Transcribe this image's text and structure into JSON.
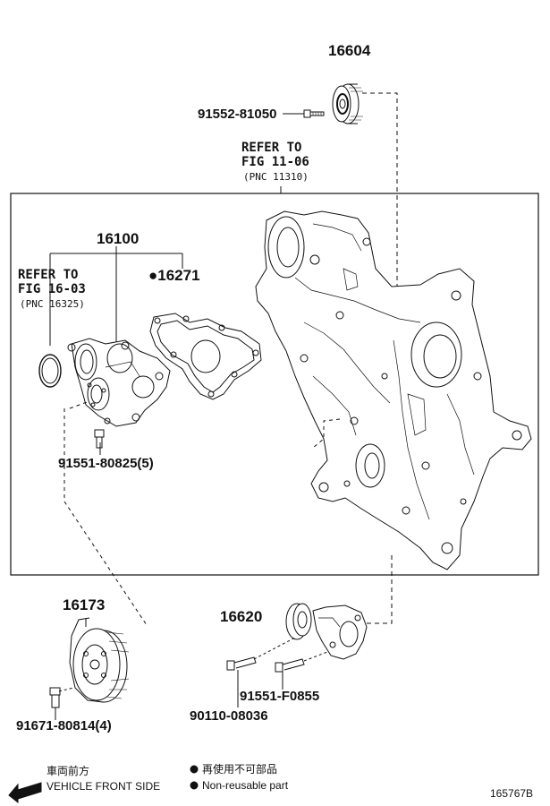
{
  "parts": {
    "p16604": "16604",
    "p91552_81050": "91552-81050",
    "p16100": "16100",
    "p16271": "●16271",
    "p91551_80825": "91551-80825(5)",
    "p16173": "16173",
    "p91671_80814": "91671-80814(4)",
    "p16620": "16620",
    "p90110_08036": "90110-08036",
    "p91551_F0855": "91551-F0855"
  },
  "refer_fig_11": {
    "line1": "REFER TO",
    "line2": "FIG 11-06",
    "line3": "(PNC 11310)"
  },
  "refer_fig_16": {
    "line1": "REFER TO",
    "line2": "FIG 16-03",
    "line3": "(PNC 16325)"
  },
  "legend": {
    "front_jp": "車両前方",
    "front_en": "VEHICLE FRONT SIDE",
    "nonreuse_jp": "再使用不可部品",
    "nonreuse_en": "Non-reusable part"
  },
  "diagram_code": "165767B"
}
